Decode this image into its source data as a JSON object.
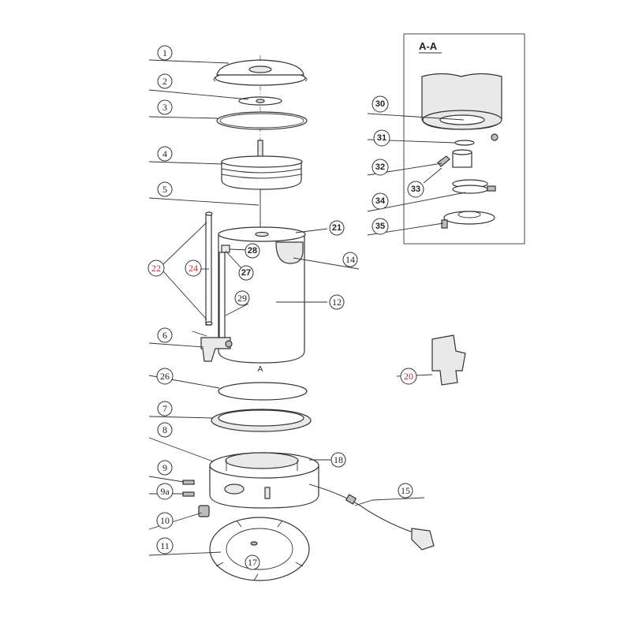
{
  "diagram": {
    "section_title": "A-A",
    "section_marker": "A"
  },
  "callouts": {
    "c1": "1",
    "c2": "2",
    "c3": "3",
    "c4": "4",
    "c5": "5",
    "c6": "6",
    "c7": "7",
    "c8": "8",
    "c9": "9",
    "c9a": "9a",
    "c10": "10",
    "c11": "11",
    "c12": "12",
    "c14": "14",
    "c15": "15",
    "c17": "17",
    "c18": "18",
    "c20": "20",
    "c21": "21",
    "c22": "22",
    "c24": "24",
    "c26": "26",
    "c27": "27",
    "c28": "28",
    "c29": "29",
    "c30": "30",
    "c31": "31",
    "c32": "32",
    "c33": "33",
    "c34": "34",
    "c35": "35"
  }
}
